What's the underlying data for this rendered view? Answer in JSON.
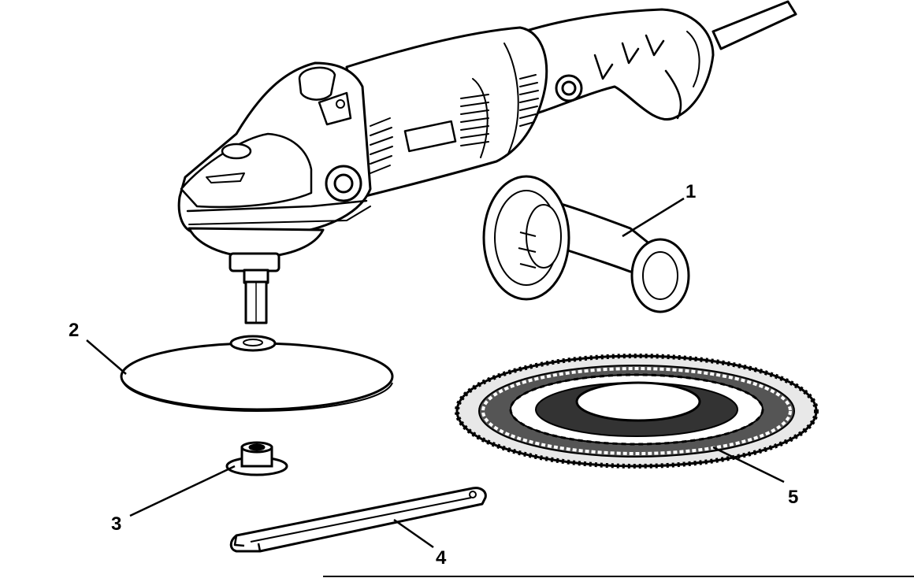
{
  "callouts": [
    {
      "id": "1",
      "label": "1",
      "part": "side-handle"
    },
    {
      "id": "2",
      "label": "2",
      "part": "backing-pad"
    },
    {
      "id": "3",
      "label": "3",
      "part": "spindle-nut"
    },
    {
      "id": "4",
      "label": "4",
      "part": "spanner-wrench"
    },
    {
      "id": "5",
      "label": "5",
      "part": "wool-polishing-bonnet"
    }
  ],
  "colors": {
    "line": "#000000",
    "background": "#ffffff"
  }
}
